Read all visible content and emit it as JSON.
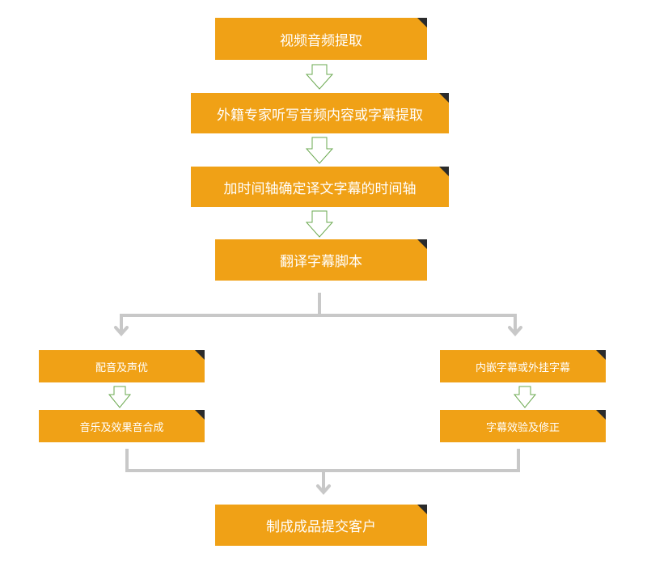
{
  "steps": {
    "extract_audio": "视频音频提取",
    "dictation": "外籍专家听写音频内容或字幕提取",
    "timeline": "加时间轴确定译文字幕的时间轴",
    "translate": "翻译字幕脚本",
    "dubbing": "配音及声优",
    "music_mix": "音乐及效果音合成",
    "subtitle_embed": "内嵌字幕或外挂字幕",
    "subtitle_check": "字幕效验及修正",
    "deliver": "制成成品提交客户"
  },
  "colors": {
    "box_fill": "#f0a116",
    "corner": "#2b2b2b",
    "connector": "#c8c8c8",
    "arrow_outline": "#6aa84f"
  }
}
